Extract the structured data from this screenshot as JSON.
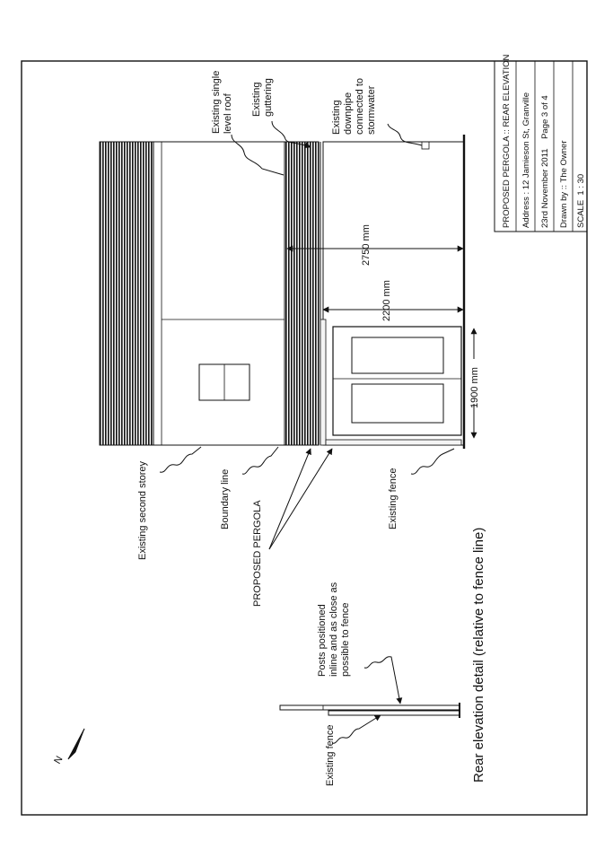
{
  "title_block": {
    "title": "PROPOSED PERGOLA :: REAR ELEVATION",
    "address": "Address : 12 Jamieson St, Granville",
    "date_page": "23rd November 2011    Page 3 of 4",
    "drawn_by": "Drawn by :: The Owner",
    "scale": "SCALE  1 : 30"
  },
  "labels": {
    "existing_single_level_roof": [
      "Existing single",
      "level roof"
    ],
    "existing_guttering": [
      "Existing",
      "guttering"
    ],
    "existing_downpipe": [
      "Existing",
      "downpipe",
      "connected to",
      "stormwater"
    ],
    "existing_second_storey": "Existing second storey",
    "boundary_line": "Boundary line",
    "existing_fence": "Existing fence",
    "proposed_pergola": "PROPOSED PERGOLA",
    "posts_positioned": [
      "Posts positioned",
      "inline and as close as",
      "possible to fence"
    ],
    "detail_existing_fence": "Existing fence",
    "detail_caption": "Rear elevation detail (relative to fence line)",
    "north_marker": "N"
  },
  "dimensions": {
    "width_2750": "2750 mm",
    "height_2200": "2200 mm",
    "width_1900": "1900 mm"
  }
}
